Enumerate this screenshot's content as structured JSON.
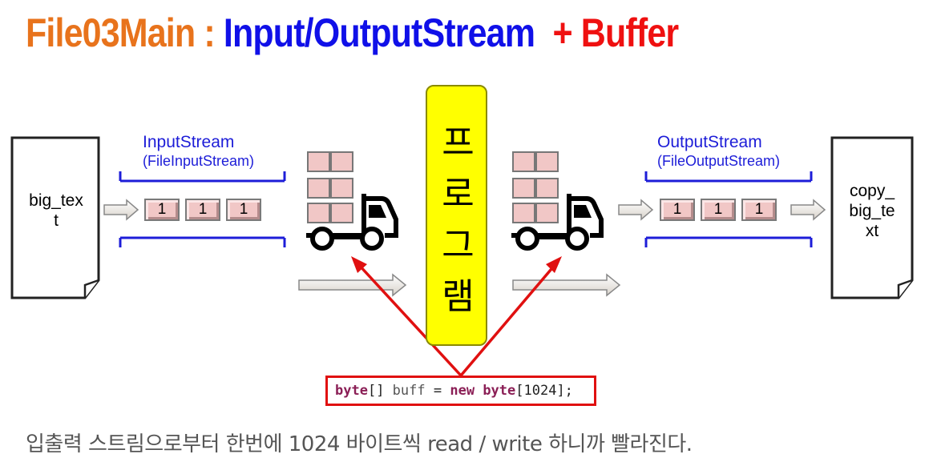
{
  "title": {
    "part1": "File03Main : ",
    "part2": "Input/OutputStream",
    "part3": "+ Buffer"
  },
  "source_file": {
    "label": "big_tex\nt"
  },
  "target_file": {
    "label": "copy_\nbig_te\nxt"
  },
  "input_stream": {
    "name": "InputStream",
    "impl": "(FileInputStream)"
  },
  "output_stream": {
    "name": "OutputStream",
    "impl": "(FileOutputStream)"
  },
  "input_cells": [
    "1",
    "1",
    "1"
  ],
  "output_cells": [
    "1",
    "1",
    "1"
  ],
  "program": {
    "chars": [
      "프",
      "로",
      "그",
      "램"
    ]
  },
  "code": {
    "kw1": "byte",
    "p1": "[] ",
    "id": "buff",
    "p2": " = ",
    "kw2": "new",
    "p3": " ",
    "kw3": "byte",
    "p4": "[1024];"
  },
  "caption": "입출력 스트림으로부터 한번에 1024 바이트씩 read / write 하니까 빨라진다.",
  "colors": {
    "title_orange": "#e8731c",
    "title_blue": "#1010e8",
    "title_red": "#ef1010",
    "program_yellow": "#ffff00",
    "highlight_red": "#e01010",
    "bracket_blue": "#1d1dd8"
  },
  "icons": {
    "truck_left": "cargo-truck-icon",
    "truck_right": "cargo-truck-icon"
  }
}
